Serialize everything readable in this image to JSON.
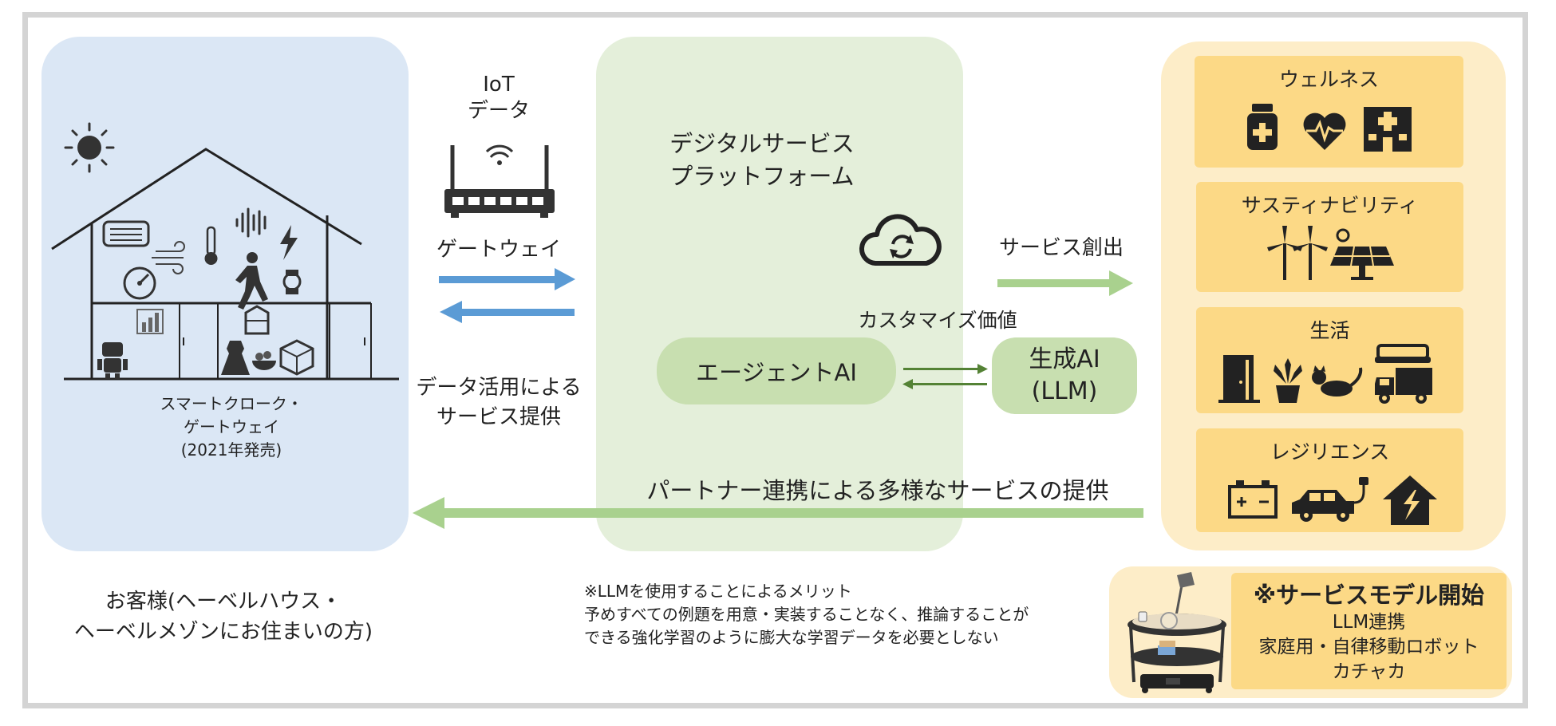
{
  "left": {
    "house_caption": [
      "スマートクローク・",
      "ゲートウェイ",
      "(2021年発売)"
    ],
    "customer_caption": [
      "お客様(ヘーベルハウス・",
      "ヘーベルメゾンにお住まいの方)"
    ]
  },
  "gateway": {
    "iot_label": [
      "IoT",
      "データ"
    ],
    "gateway_label": "ゲートウェイ",
    "service_label": [
      "データ活用による",
      "サービス提供"
    ]
  },
  "platform": {
    "title": [
      "デジタルサービス",
      "プラットフォーム"
    ],
    "custom_value": "カスタマイズ価値",
    "agent_ai": "エージェントAI",
    "gen_ai": [
      "生成AI",
      "(LLM)"
    ],
    "service_creation": "サービス創出",
    "partner_label": "パートナー連携による多様なサービスの提供"
  },
  "note": {
    "lines": [
      "※LLMを使用することによるメリット",
      "予めすべての例題を用意・実装することなく、推論することが",
      "できる強化学習のように膨大な学習データを必要としない"
    ]
  },
  "categories": [
    {
      "title": "ウェルネス",
      "icons": [
        "medicine-bottle-icon",
        "heart-pulse-icon",
        "hospital-icon"
      ]
    },
    {
      "title": "サスティナビリティ",
      "icons": [
        "wind-turbine-icon",
        "solar-panel-icon"
      ]
    },
    {
      "title": "生活",
      "icons": [
        "door-icon",
        "plant-icon",
        "cat-icon",
        "sofa-icon",
        "truck-icon"
      ]
    },
    {
      "title": "レジリエンス",
      "icons": [
        "battery-icon",
        "electric-car-icon",
        "home-lightning-icon"
      ]
    }
  ],
  "service_model": {
    "lines": [
      "※サービスモデル開始",
      "LLM連携",
      "家庭用・自律移動ロボット",
      "カチャカ"
    ]
  },
  "colors": {
    "left_panel": "#dbe7f5",
    "mid_panel": "#e4efda",
    "right_panel": "#fdedc8",
    "card": "#fcd986",
    "blue_arrow": "#5b9bd5",
    "green_arrow": "#a9d18e",
    "dark_green_arrow": "#548235"
  }
}
